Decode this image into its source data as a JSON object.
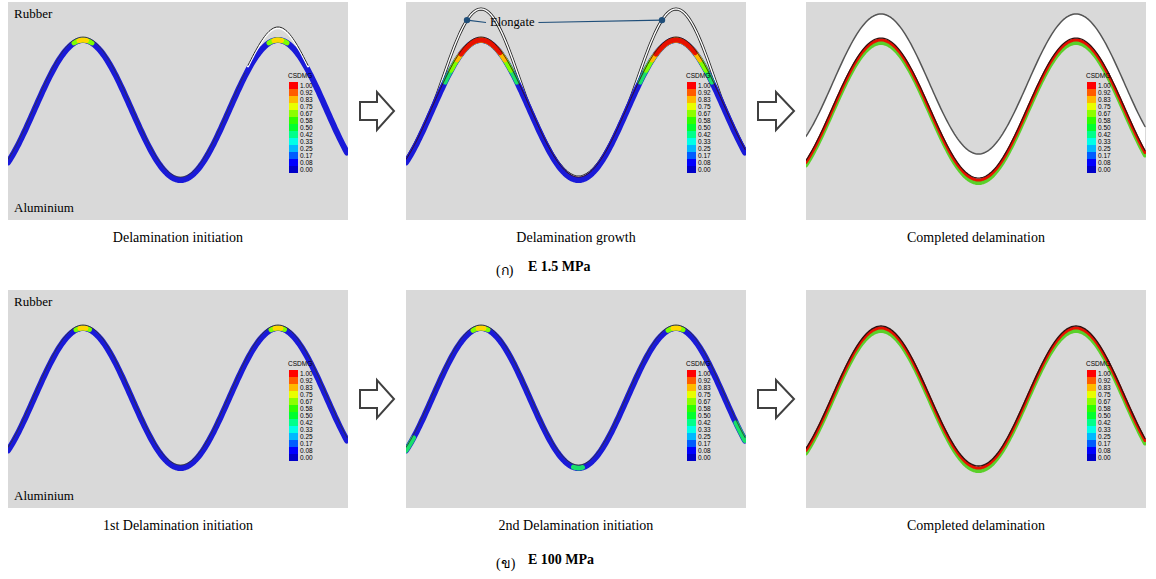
{
  "diagram": {
    "nodes": [
      {
        "text": [
          "Rubber",
          "Aluminium",
          "Delamination initiation"
        ]
      },
      {
        "text": [
          "Elongate",
          "Delamination growth"
        ]
      },
      {
        "text": [
          "Completed delamination"
        ]
      },
      {
        "text": [
          "Rubber",
          "Aluminium",
          "1st Delamination initiation"
        ]
      },
      {
        "text": [
          "2nd Delamination initiation"
        ]
      },
      {
        "text": [
          "Completed delamination"
        ]
      }
    ],
    "edges": [
      {
        "from": 0,
        "to": 1,
        "arrow": "to"
      },
      {
        "from": 1,
        "to": 2,
        "arrow": "to"
      },
      {
        "from": 3,
        "to": 4,
        "arrow": "to"
      },
      {
        "from": 4,
        "to": 5,
        "arrow": "to"
      }
    ],
    "labels": [
      "CSDMG",
      "CSDMG",
      "CSDMG",
      "CSDMG",
      "CSDMG",
      "CSDMG",
      "(ก)",
      "E 1.5 MPa",
      "(ข)",
      "E 100 MPa"
    ],
    "legend": [
      {
        "text": "1.00",
        "color": "#ff0000"
      },
      {
        "text": "0.92",
        "color": "#ff5c00"
      },
      {
        "text": "0.83",
        "color": "#ffb900"
      },
      {
        "text": "0.75",
        "color": "#e8ff00"
      },
      {
        "text": "0.67",
        "color": "#8bff00"
      },
      {
        "text": "0.58",
        "color": "#2eff00"
      },
      {
        "text": "0.50",
        "color": "#00ff2e"
      },
      {
        "text": "0.42",
        "color": "#00ff8b"
      },
      {
        "text": "0.33",
        "color": "#00ffe8"
      },
      {
        "text": "0.25",
        "color": "#00b9ff"
      },
      {
        "text": "0.17",
        "color": "#005cff"
      },
      {
        "text": "0.08",
        "color": "#0000ff"
      },
      {
        "text": "0.00",
        "color": "#0000c8"
      },
      {
        "text": "1.00",
        "color": "#ff0000"
      },
      {
        "text": "0.92",
        "color": "#ff5c00"
      },
      {
        "text": "0.83",
        "color": "#ffb900"
      },
      {
        "text": "0.75",
        "color": "#e8ff00"
      },
      {
        "text": "0.67",
        "color": "#8bff00"
      },
      {
        "text": "0.58",
        "color": "#2eff00"
      },
      {
        "text": "0.50",
        "color": "#00ff2e"
      },
      {
        "text": "0.42",
        "color": "#00ff8b"
      },
      {
        "text": "0.33",
        "color": "#00ffe8"
      },
      {
        "text": "0.25",
        "color": "#00b9ff"
      },
      {
        "text": "0.17",
        "color": "#005cff"
      },
      {
        "text": "0.08",
        "color": "#0000ff"
      },
      {
        "text": "0.00",
        "color": "#0000c8"
      },
      {
        "text": "1.00",
        "color": "#ff0000"
      },
      {
        "text": "0.92",
        "color": "#ff5c00"
      },
      {
        "text": "0.83",
        "color": "#ffb900"
      },
      {
        "text": "0.75",
        "color": "#e8ff00"
      },
      {
        "text": "0.67",
        "color": "#8bff00"
      },
      {
        "text": "0.58",
        "color": "#2eff00"
      },
      {
        "text": "0.50",
        "color": "#00ff2e"
      },
      {
        "text": "0.42",
        "color": "#00ff8b"
      },
      {
        "text": "0.33",
        "color": "#00ffe8"
      },
      {
        "text": "0.25",
        "color": "#00b9ff"
      },
      {
        "text": "0.17",
        "color": "#005cff"
      },
      {
        "text": "0.08",
        "color": "#0000ff"
      },
      {
        "text": "0.00",
        "color": "#0000c8"
      },
      {
        "text": "1.00",
        "color": "#ff0000"
      },
      {
        "text": "0.92",
        "color": "#ff5c00"
      },
      {
        "text": "0.83",
        "color": "#ffb900"
      },
      {
        "text": "0.75",
        "color": "#e8ff00"
      },
      {
        "text": "0.67",
        "color": "#8bff00"
      },
      {
        "text": "0.58",
        "color": "#2eff00"
      },
      {
        "text": "0.50",
        "color": "#00ff2e"
      },
      {
        "text": "0.42",
        "color": "#00ff8b"
      },
      {
        "text": "0.33",
        "color": "#00ffe8"
      },
      {
        "text": "0.25",
        "color": "#00b9ff"
      },
      {
        "text": "0.17",
        "color": "#005cff"
      },
      {
        "text": "0.08",
        "color": "#0000ff"
      },
      {
        "text": "0.00",
        "color": "#0000c8"
      },
      {
        "text": "1.00",
        "color": "#ff0000"
      },
      {
        "text": "0.92",
        "color": "#ff5c00"
      },
      {
        "text": "0.83",
        "color": "#ffb900"
      },
      {
        "text": "0.75",
        "color": "#e8ff00"
      },
      {
        "text": "0.67",
        "color": "#8bff00"
      },
      {
        "text": "0.58",
        "color": "#2eff00"
      },
      {
        "text": "0.50",
        "color": "#00ff2e"
      },
      {
        "text": "0.42",
        "color": "#00ff8b"
      },
      {
        "text": "0.33",
        "color": "#00ffe8"
      },
      {
        "text": "0.25",
        "color": "#00b9ff"
      },
      {
        "text": "0.17",
        "color": "#005cff"
      },
      {
        "text": "0.08",
        "color": "#0000ff"
      },
      {
        "text": "0.00",
        "color": "#0000c8"
      },
      {
        "text": "1.00",
        "color": "#ff0000"
      },
      {
        "text": "0.92",
        "color": "#ff5c00"
      },
      {
        "text": "0.83",
        "color": "#ffb900"
      },
      {
        "text": "0.75",
        "color": "#e8ff00"
      },
      {
        "text": "0.67",
        "color": "#8bff00"
      },
      {
        "text": "0.58",
        "color": "#2eff00"
      },
      {
        "text": "0.50",
        "color": "#00ff2e"
      },
      {
        "text": "0.42",
        "color": "#00ff8b"
      },
      {
        "text": "0.33",
        "color": "#00ffe8"
      },
      {
        "text": "0.25",
        "color": "#00b9ff"
      },
      {
        "text": "0.17",
        "color": "#005cff"
      },
      {
        "text": "0.08",
        "color": "#0000ff"
      },
      {
        "text": "0.00",
        "color": "#0000c8"
      }
    ]
  }
}
